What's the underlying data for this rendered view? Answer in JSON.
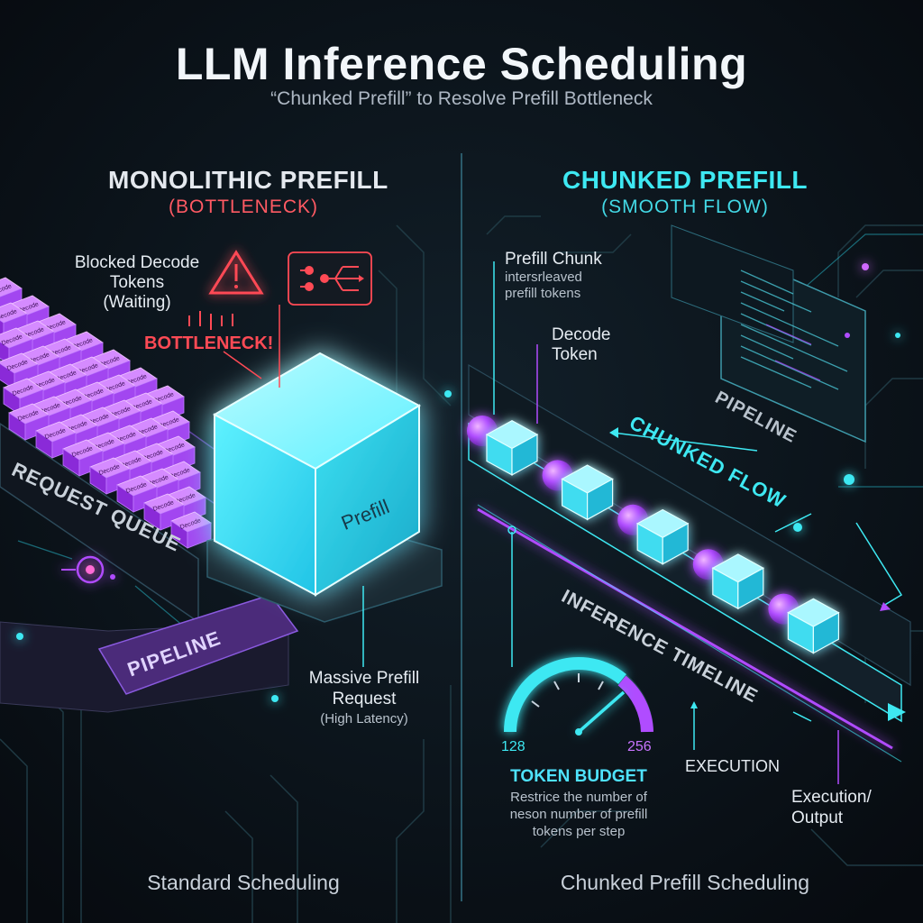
{
  "header": {
    "title": "LLM Inference Scheduling",
    "subtitle": "“Chunked Prefill” to Resolve Prefill Bottleneck"
  },
  "left": {
    "heading": "MONOLITHIC PREFILL",
    "subheading": "(BOTTLENECK)",
    "blocked_label": [
      "Blocked Decode",
      "Tokens",
      "(Waiting)"
    ],
    "bottleneck_label": "BOTTLENECK!",
    "decode_block_label": "Decode",
    "prefill_cube_label": "Prefill",
    "request_queue_label": "REQUEST QUEUE",
    "pipeline_label": "PIPELINE",
    "massive_label": [
      "Massive Prefill",
      "Request"
    ],
    "latency_label": "(High Latency)",
    "footer": "Standard Scheduling"
  },
  "right": {
    "heading": "CHUNKED PREFILL",
    "subheading": "(SMOOTH FLOW)",
    "chunk_label": "Prefill Chunk",
    "chunk_desc": [
      "intersrleaved",
      "prefill tokens"
    ],
    "decode_label": [
      "Decode",
      "Token"
    ],
    "pipeline_label": "PIPELINE",
    "chunked_flow_label": "CHUNKED FLOW",
    "timeline_label": "INFERENCE TIMELINE",
    "gauge_min": "128",
    "gauge_max": "256",
    "token_budget_label": "TOKEN BUDGET",
    "token_budget_desc": [
      "Restrice the number of",
      "neson number of prefill",
      "tokens per step"
    ],
    "execution_label": "EXECUTION",
    "execution_output_label": [
      "Execution/",
      "Output"
    ],
    "footer": "Chunked Prefill Scheduling"
  },
  "colors": {
    "background": "#0a1016",
    "cyan": "#3ee8f2",
    "purple": "#b04cff",
    "red": "#ff4a55"
  }
}
